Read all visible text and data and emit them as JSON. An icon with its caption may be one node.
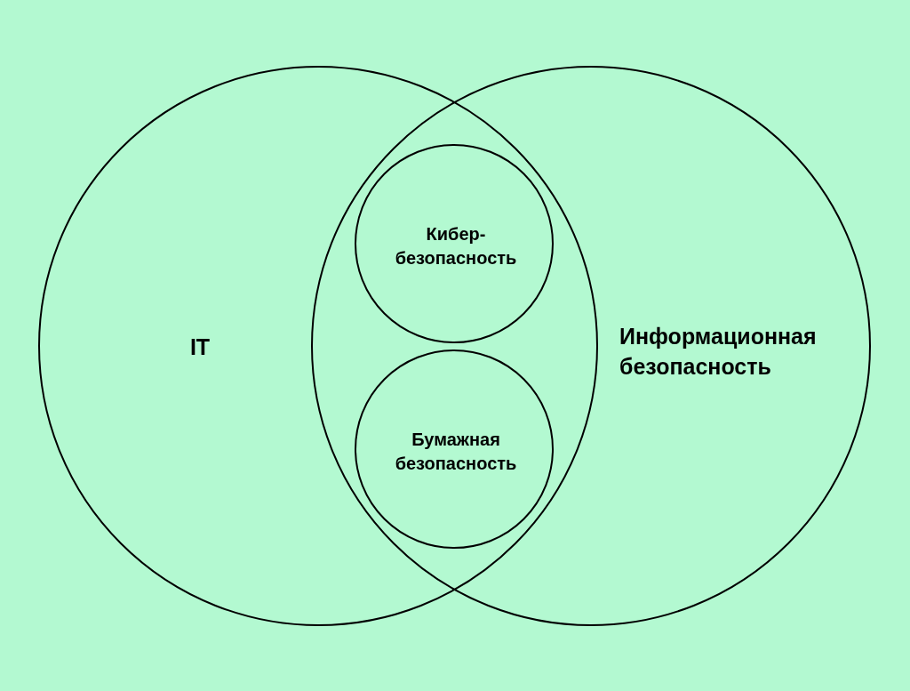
{
  "diagram": {
    "nodes": [
      {
        "text": [
          "IT"
        ]
      },
      {
        "text": [
          "Информационная безопасность"
        ]
      },
      {
        "text": [
          "Кибер- безопасность"
        ]
      },
      {
        "text": [
          "Бумажная безопасность"
        ]
      }
    ]
  }
}
